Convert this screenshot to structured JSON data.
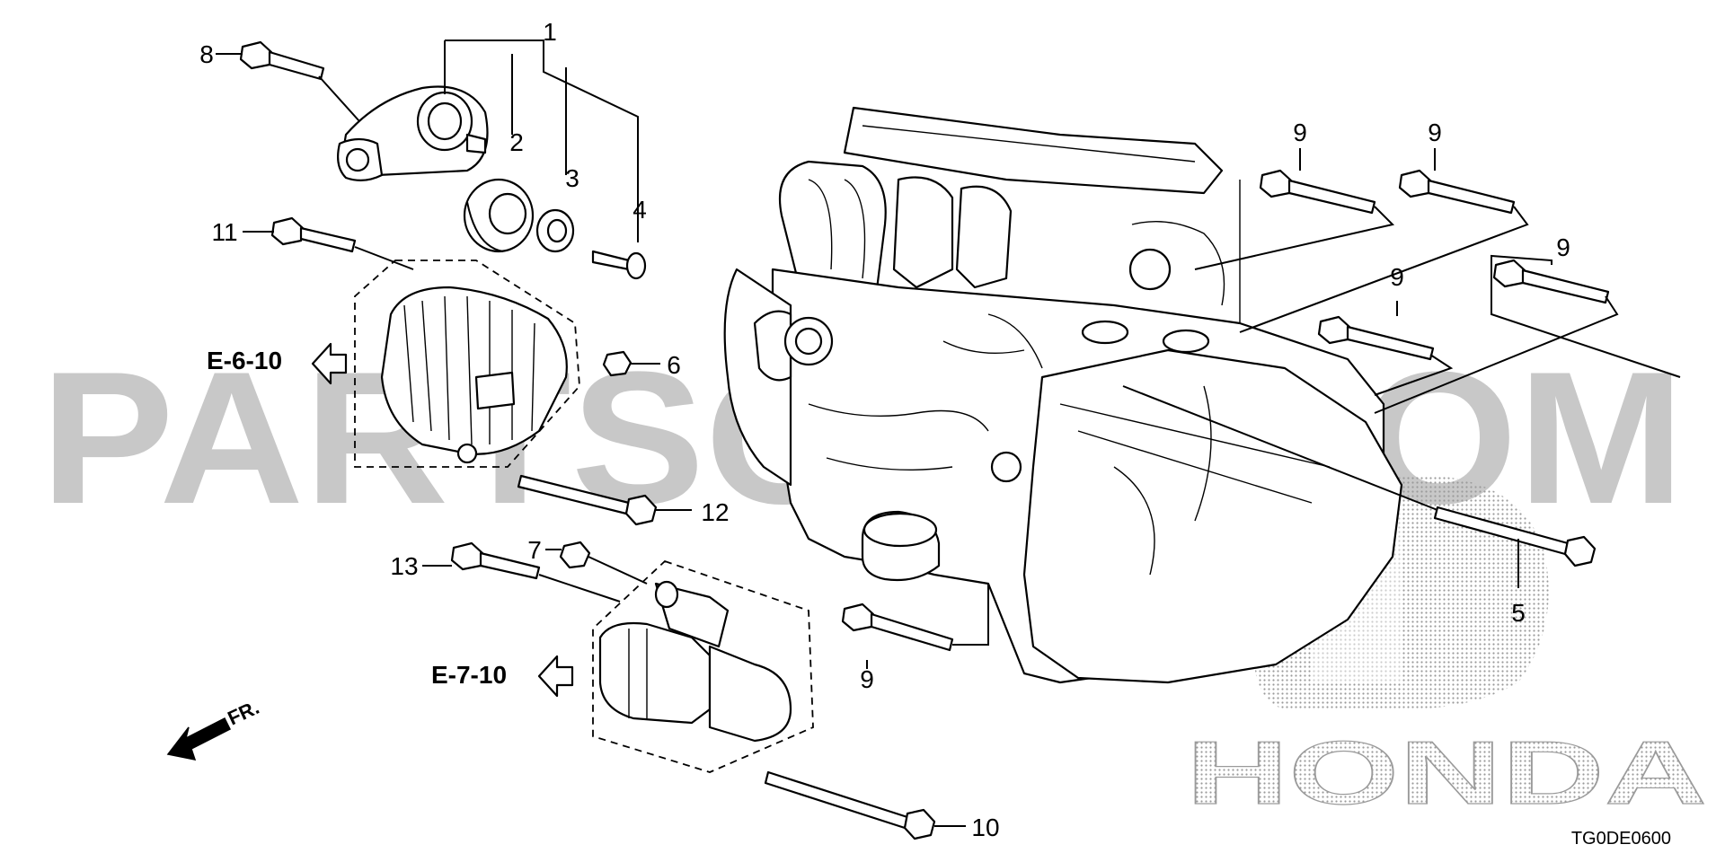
{
  "watermark": {
    "text": "PARTSOUQ.COM",
    "brand": "HONDA"
  },
  "callouts": {
    "c1": "1",
    "c2": "2",
    "c3": "3",
    "c4": "4",
    "c5": "5",
    "c6": "6",
    "c7": "7",
    "c8": "8",
    "c9a": "9",
    "c9b": "9",
    "c9c": "9",
    "c9d": "9",
    "c9e": "9",
    "c10": "10",
    "c11": "11",
    "c12": "12",
    "c13": "13"
  },
  "references": {
    "alternator": "E-6-10",
    "starter": "E-7-10"
  },
  "front_arrow": "FR.",
  "diagram_code": "TG0DE0600",
  "colors": {
    "watermark": "#c8c8c8",
    "lines": "#000000",
    "background": "#ffffff"
  },
  "icons": {
    "front": "front-direction-arrow-icon",
    "reference": "hollow-left-arrow-icon"
  }
}
